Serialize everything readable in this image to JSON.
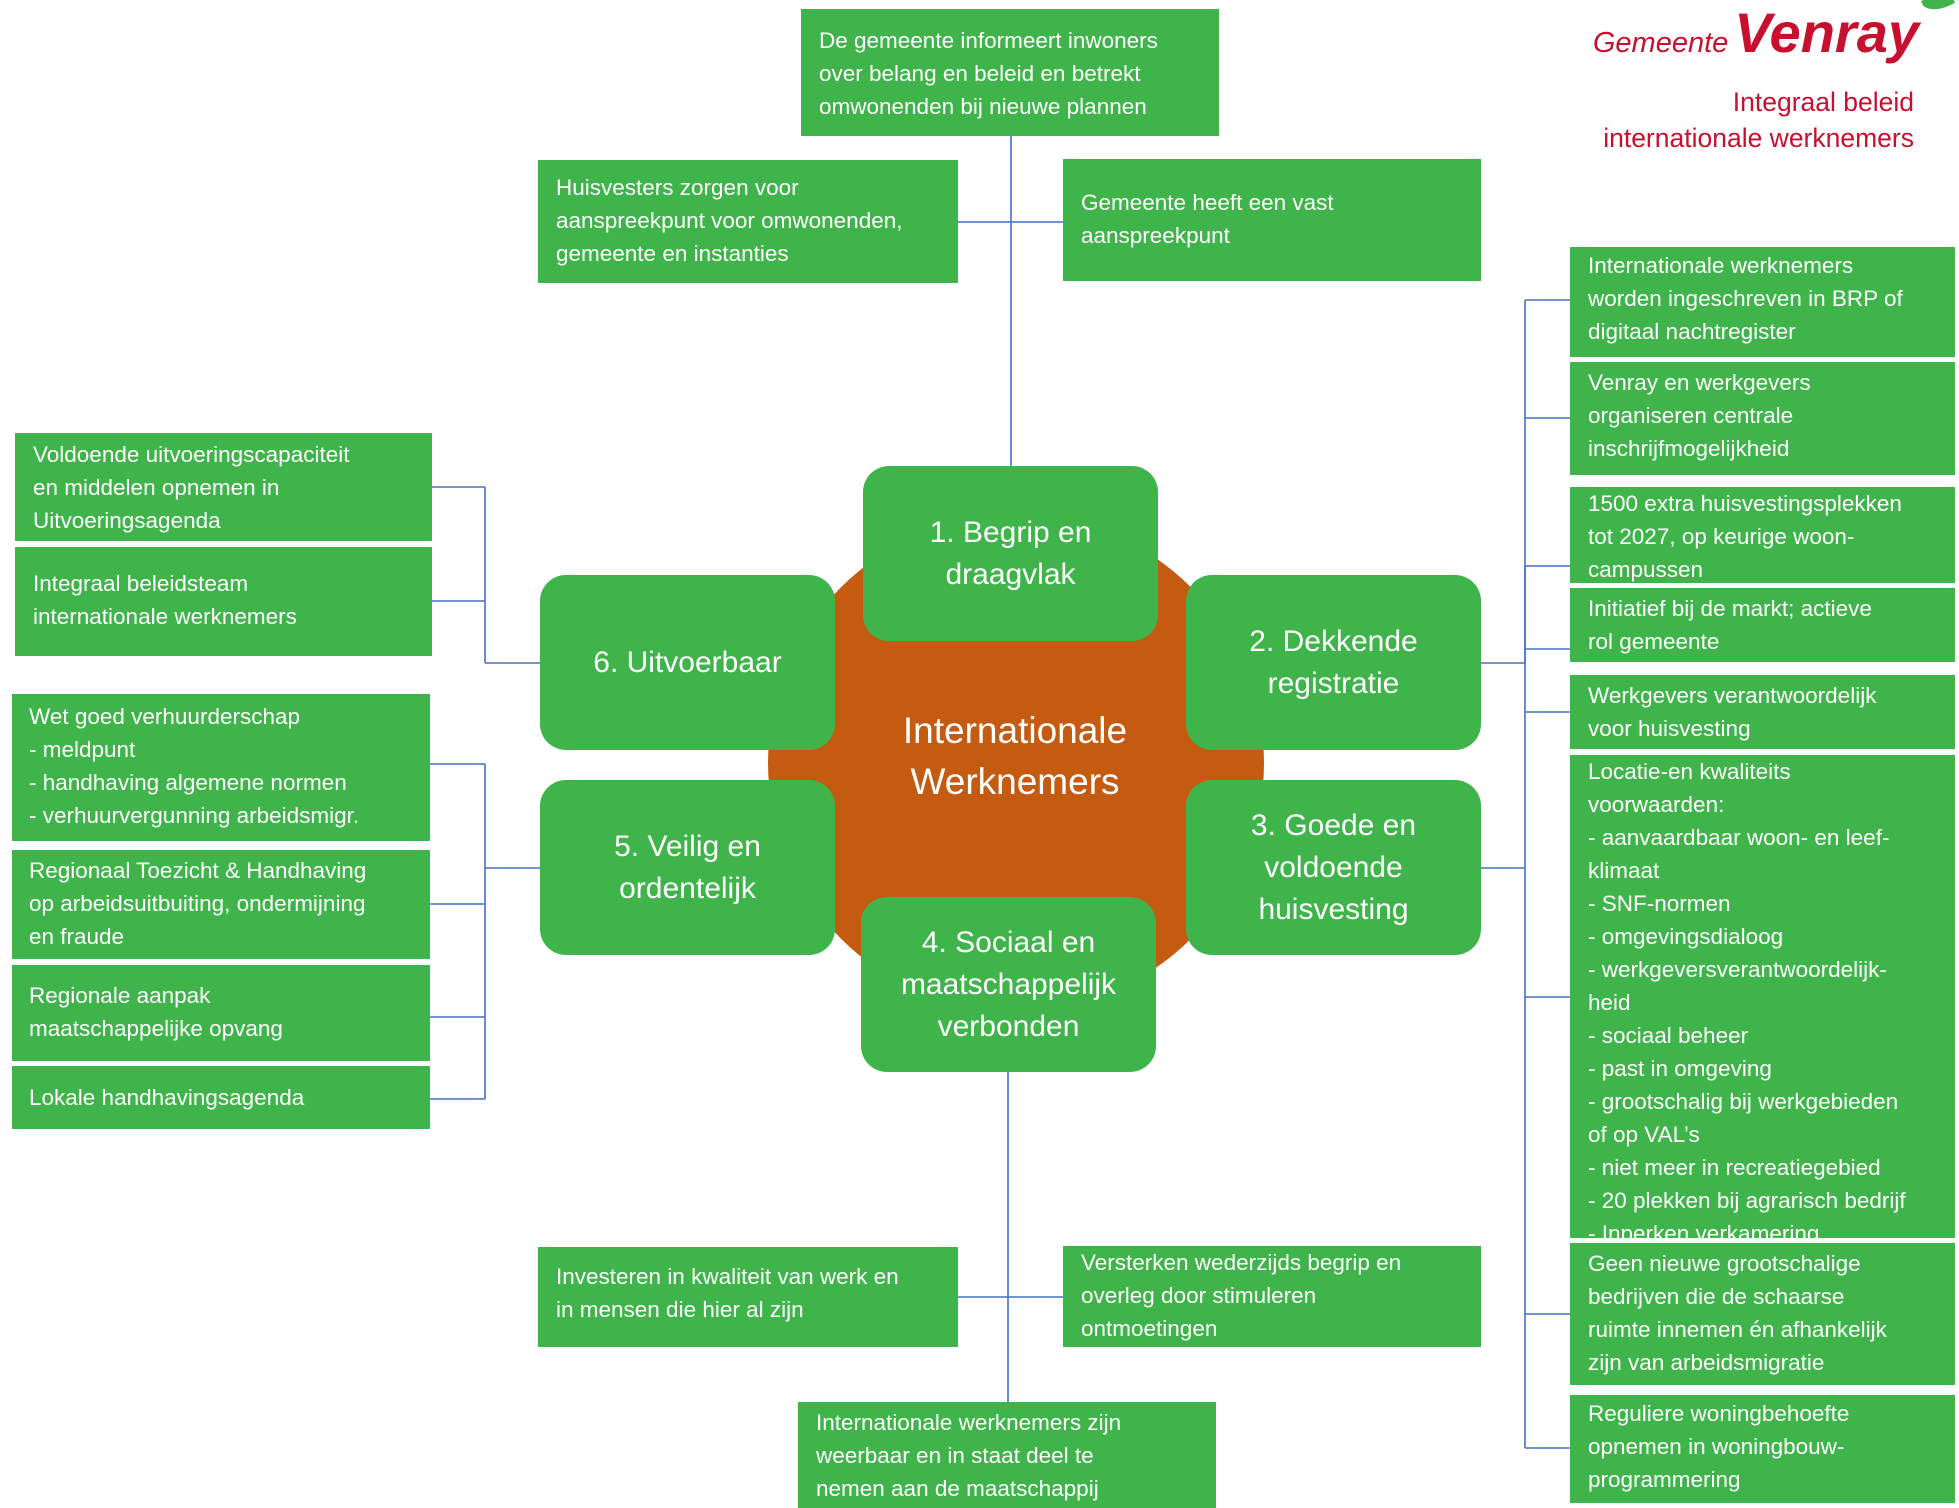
{
  "header": {
    "logo_small": "Gemeente",
    "logo_big": "Venray",
    "subtitle": "Integraal beleid\ninternationale werknemers"
  },
  "colors": {
    "box_green": "#3fb44a",
    "center_orange": "#c55a11",
    "brand_red": "#c8102e",
    "connector_blue": "#4472c4"
  },
  "center": {
    "label": "Internationale\nWerknemers"
  },
  "categories": [
    {
      "id": "begrip",
      "label": "1. Begrip en\ndraagvlak"
    },
    {
      "id": "registratie",
      "label": "2. Dekkende\nregistratie"
    },
    {
      "id": "huisvesting",
      "label": "3. Goede en\nvoldoende\nhuisvesting"
    },
    {
      "id": "sociaal",
      "label": "4. Sociaal en\nmaatschappelijk\nverbonden"
    },
    {
      "id": "veilig",
      "label": "5. Veilig en\nordentelijk"
    },
    {
      "id": "uitvoerbaar",
      "label": "6. Uitvoerbaar"
    }
  ],
  "items": {
    "begrip": [
      "De gemeente informeert inwoners\nover belang en beleid en betrekt\nomwonenden bij nieuwe plannen",
      "Huisvesters zorgen voor\naanspreekpunt voor omwonenden,\ngemeente en instanties",
      "Gemeente heeft een vast\naanspreekpunt"
    ],
    "registratie": [
      "Internationale werknemers\nworden ingeschreven in BRP of\ndigitaal nachtregister",
      "Venray en werkgevers\norganiseren centrale\ninschrijfmogelijkheid"
    ],
    "huisvesting": [
      "1500 extra huisvestingsplekken\ntot 2027, op keurige woon-\ncampussen",
      "Initiatief bij de markt; actieve\nrol gemeente",
      "Werkgevers verantwoordelijk\nvoor huisvesting",
      "Locatie-en kwaliteits\nvoorwaarden:\n- aanvaardbaar woon- en leef-\n   klimaat\n- SNF-normen\n- omgevingsdialoog\n- werkgeversverantwoordelijk-\n   heid\n- sociaal beheer\n- past in omgeving\n- grootschalig bij werkgebieden\n   of op VAL’s\n- niet meer in recreatiegebied\n- 20 plekken bij agrarisch bedrijf\n- Inperken verkamering",
      "Geen nieuwe grootschalige\nbedrijven die de schaarse\nruimte innemen én afhankelijk\nzijn van arbeidsmigratie",
      "Reguliere woningbehoefte\nopnemen in woningbouw-\nprogrammering"
    ],
    "sociaal": [
      "Investeren in kwaliteit van werk en\nin mensen die hier al zijn",
      "Versterken wederzijds begrip en\noverleg door stimuleren\nontmoetingen",
      "Internationale werknemers zijn\nweerbaar en in staat deel te\nnemen aan de maatschappij"
    ],
    "veilig": [
      "Wet goed verhuurderschap\n- meldpunt\n- handhaving algemene normen\n- verhuurvergunning arbeidsmigr.",
      "Regionaal Toezicht & Handhaving\nop arbeidsuitbuiting, ondermijning\nen fraude",
      "Regionale aanpak\nmaatschappelijke opvang",
      "Lokale handhavingsagenda"
    ],
    "uitvoerbaar": [
      "Voldoende uitvoeringscapaciteit\nen middelen opnemen in\nUitvoeringsagenda",
      "Integraal beleidsteam\ninternationale werknemers"
    ]
  }
}
